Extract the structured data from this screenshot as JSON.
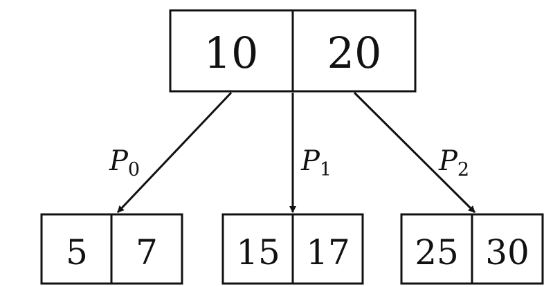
{
  "root": {
    "keys": [
      "10",
      "20"
    ]
  },
  "leaves": [
    {
      "keys": [
        "5",
        "7"
      ]
    },
    {
      "keys": [
        "15",
        "17"
      ]
    },
    {
      "keys": [
        "25",
        "30"
      ]
    }
  ],
  "pointers": [
    {
      "letter": "P",
      "sub": "0"
    },
    {
      "letter": "P",
      "sub": "1"
    },
    {
      "letter": "P",
      "sub": "2"
    }
  ],
  "colors": {
    "stroke": "#111111",
    "background": "#ffffff"
  }
}
